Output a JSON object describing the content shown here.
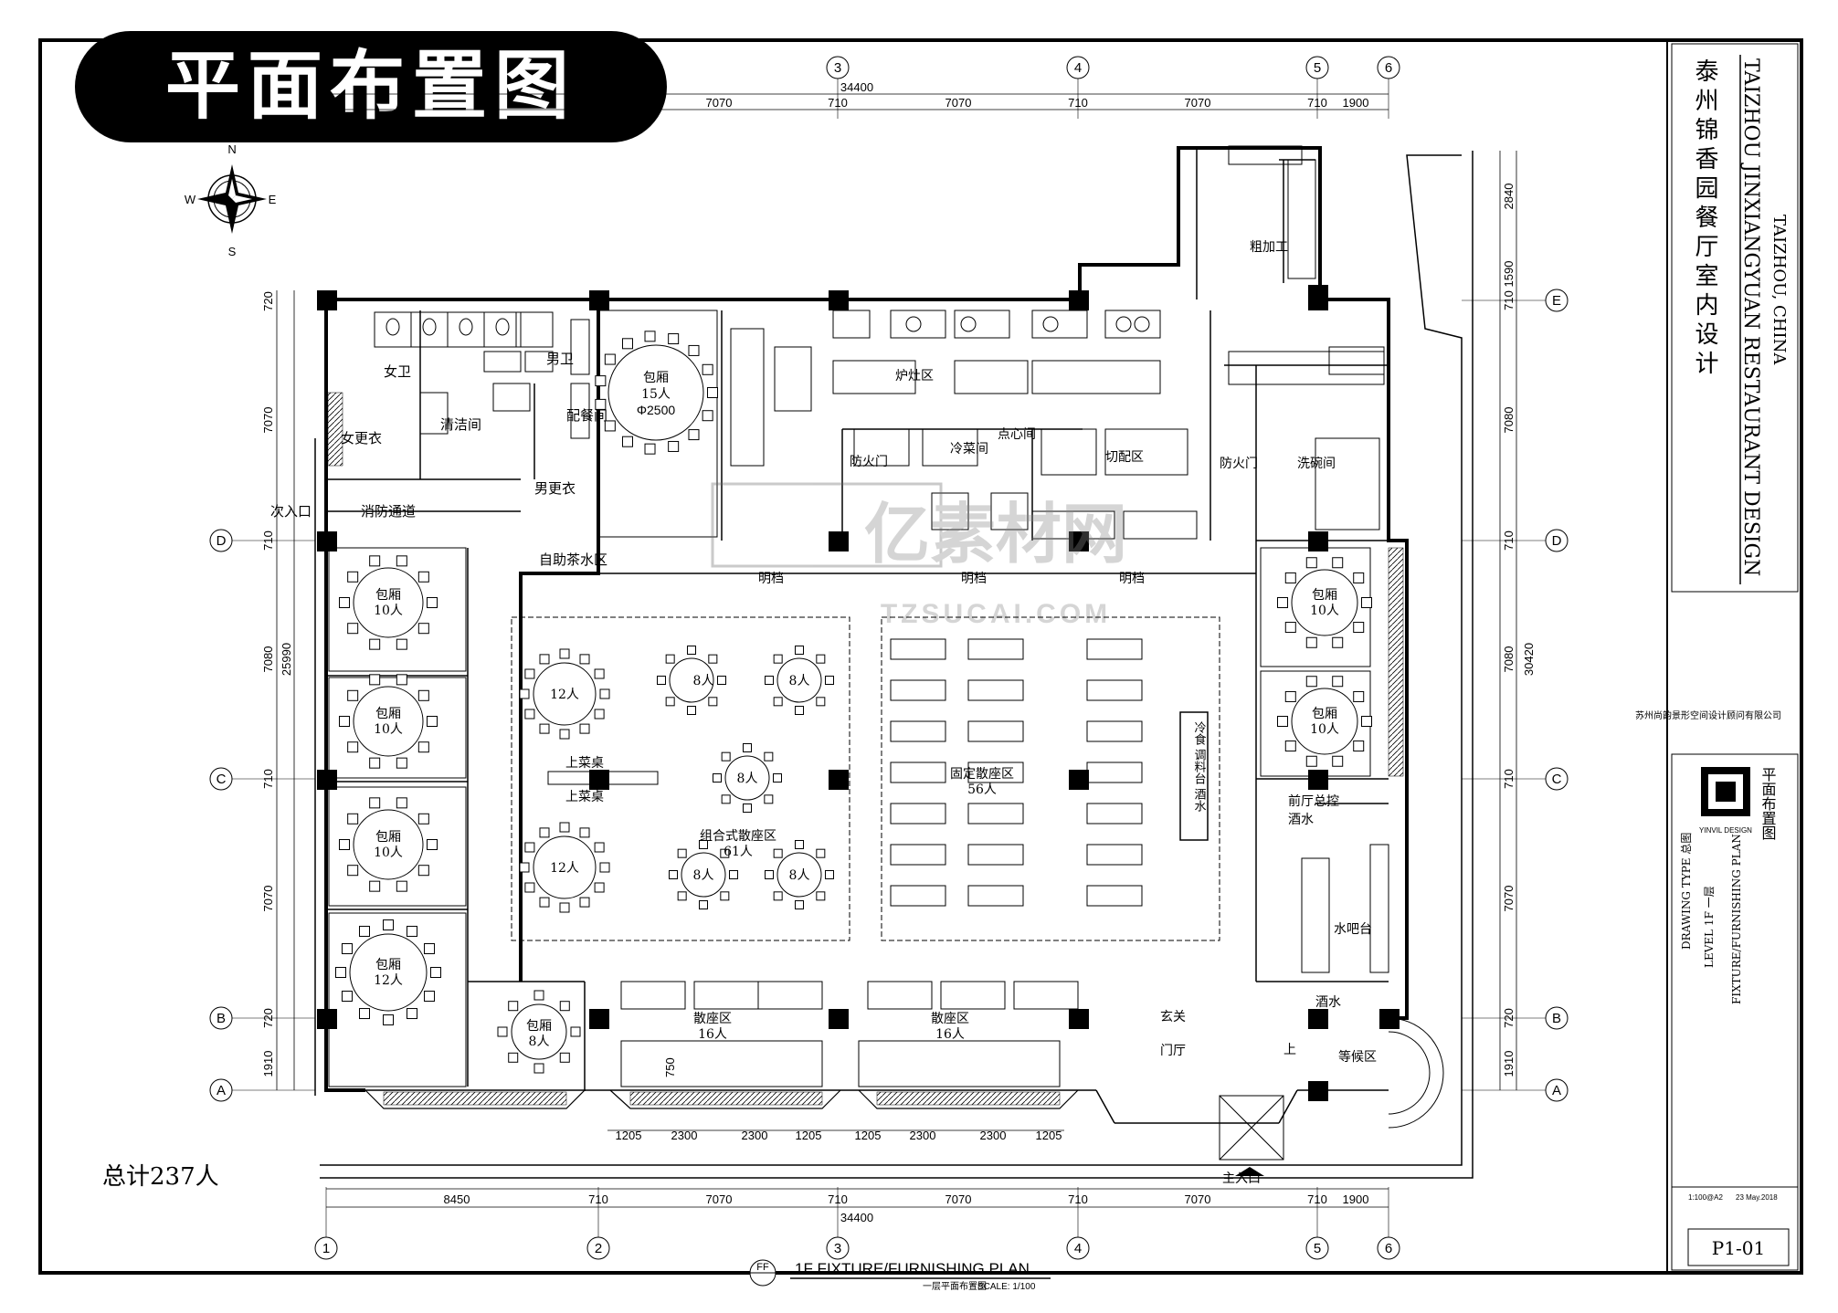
{
  "title_badge": "平面布置图",
  "total_capacity": "总计237人",
  "drawing_title": {
    "en": "1F  FIXTURE/FURNISHING PLAN",
    "cn": "一层平面布置图",
    "scale": "SCALE: 1/100",
    "code": "FF"
  },
  "compass": {
    "n": "N",
    "s": "S",
    "e": "E",
    "w": "W"
  },
  "watermark": {
    "cn": "亿素材网",
    "en": "TZSUCAI.COM"
  },
  "axes": {
    "cols": [
      "1",
      "2",
      "3",
      "4",
      "5",
      "6"
    ],
    "rows": [
      "A",
      "B",
      "C",
      "D",
      "E"
    ]
  },
  "dims": {
    "top_total": "34400",
    "top": [
      "7070",
      "710",
      "7070",
      "710",
      "7070",
      "710",
      "1900"
    ],
    "bottom_total": "34400",
    "bottom": [
      "8450",
      "710",
      "7070",
      "710",
      "7070",
      "710",
      "7070",
      "710",
      "1900"
    ],
    "left_total": "25990",
    "left": [
      "720",
      "7070",
      "710",
      "7080",
      "710",
      "7070",
      "720",
      "1910"
    ],
    "right_total": "30420",
    "right": [
      "2840",
      "1590",
      "710",
      "7080",
      "710",
      "7080",
      "710",
      "7070",
      "720",
      "1910"
    ],
    "seat_modules": [
      "1205",
      "2300",
      "2300",
      "1205",
      "1205",
      "2300",
      "2300",
      "1205"
    ],
    "window_depth": "750"
  },
  "rooms": {
    "female_wc": "女卫",
    "male_wc": "男卫",
    "female_locker": "女更衣",
    "male_locker": "男更衣",
    "cleaning": "清洁间",
    "pantry": "配餐间",
    "secondary_entrance": "次入口",
    "fire_passage": "消防通道",
    "tea_area": "自助茶水区",
    "private_top": {
      "name": "包厢",
      "seats": "15人",
      "dia": "Φ2500"
    },
    "cold_kitchen": "冷菜间",
    "fire_door_1": "防火门",
    "fire_door_2": "防火门",
    "processing": "切配区",
    "pastry": "点心间",
    "washing": "洗碗间",
    "rough_processing": "粗加工",
    "wok": "炉灶区",
    "open_a": "明档",
    "open_b": "明档",
    "open_c": "明档",
    "combined_hall": {
      "name": "组合式散座区",
      "seats": "61人"
    },
    "fixed_hall": {
      "name": "固定散座区",
      "seats": "56人"
    },
    "buffet_1": "上菜桌",
    "buffet_2": "上菜桌",
    "buffet_label": "冷食 调料台 酒水",
    "front_cashier": "前厅总控",
    "drinks": "酒水",
    "drinks2": "酒水",
    "water_bar": "水吧台",
    "foyer": "玄关",
    "lobby": "门厅",
    "waiting": "等候区",
    "main_entrance": "主入口",
    "up": "上",
    "bottom_hall_1": {
      "name": "散座区",
      "seats": "16人"
    },
    "bottom_hall_2": {
      "name": "散座区",
      "seats": "16人"
    }
  },
  "private_rooms_left": [
    {
      "name": "包厢",
      "seats": "10人"
    },
    {
      "name": "包厢",
      "seats": "10人"
    },
    {
      "name": "包厢",
      "seats": "10人"
    },
    {
      "name": "包厢",
      "seats": "12人"
    }
  ],
  "private_small": {
    "name": "包厢",
    "seats": "8人"
  },
  "private_rooms_right": [
    {
      "name": "包厢",
      "seats": "10人"
    },
    {
      "name": "包厢",
      "seats": "10人"
    }
  ],
  "hall_tables": {
    "big": "12人",
    "small": "8人"
  },
  "title_block": {
    "project_cn": "泰州锦香园餐厅室内设计",
    "project_en": "TAIZHOU JINXIANGYUAN RESTAURANT DESIGN",
    "location": "TAIZHOU, CHINA",
    "company": "苏州尚韵景形空间设计顾问有限公司",
    "logo": "YINVIL DESIGN",
    "sheet_title": "平面布置图",
    "drawing_type": "DRAWING TYPE  总图",
    "level": "LEVEL 1F  一层",
    "plan": "FIXTURE/FURNISHING PLAN",
    "scale": "1:100@A2",
    "date": "23 May.2018",
    "sheet_no": "P1-01"
  }
}
